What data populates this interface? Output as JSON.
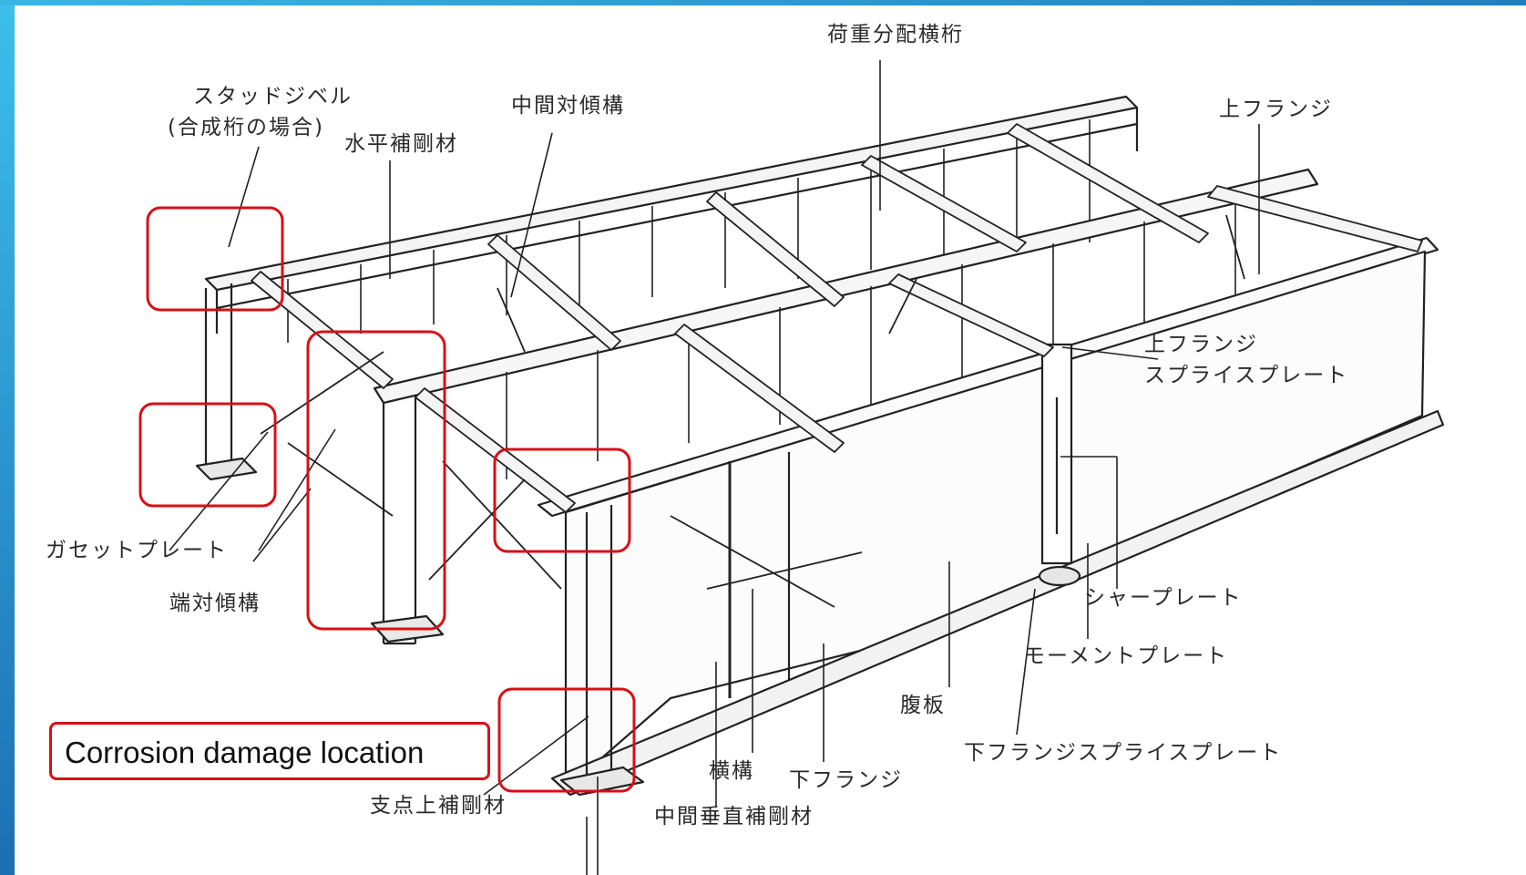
{
  "labels": {
    "load_distribution_beam": "荷重分配横桁",
    "stud_dowel": "スタッドジベル",
    "stud_dowel_note": "(合成桁の場合)",
    "horizontal_stiffener": "水平補剛材",
    "intermediate_sway_bracing": "中間対傾構",
    "upper_flange": "上フランジ",
    "upper_flange_splice_1": "上フランジ",
    "upper_flange_splice_2": "スプライスプレート",
    "gusset_plate": "ガセットプレート",
    "end_sway_bracing": "端対傾構",
    "shear_plate": "シャープレート",
    "moment_plate": "モーメントプレート",
    "web_plate": "腹板",
    "lower_flange_splice": "下フランジスプライスプレート",
    "bearing_stiffener": "支点上補剛材",
    "lateral_bracing": "横構",
    "lower_flange": "下フランジ",
    "intermediate_vertical_stiffener": "中間垂直補剛材"
  },
  "legend": {
    "text": "Corrosion damage location"
  },
  "colors": {
    "frame_accent": "#2a8fc8",
    "highlight_red": "#d80f16",
    "line": "#222222"
  }
}
